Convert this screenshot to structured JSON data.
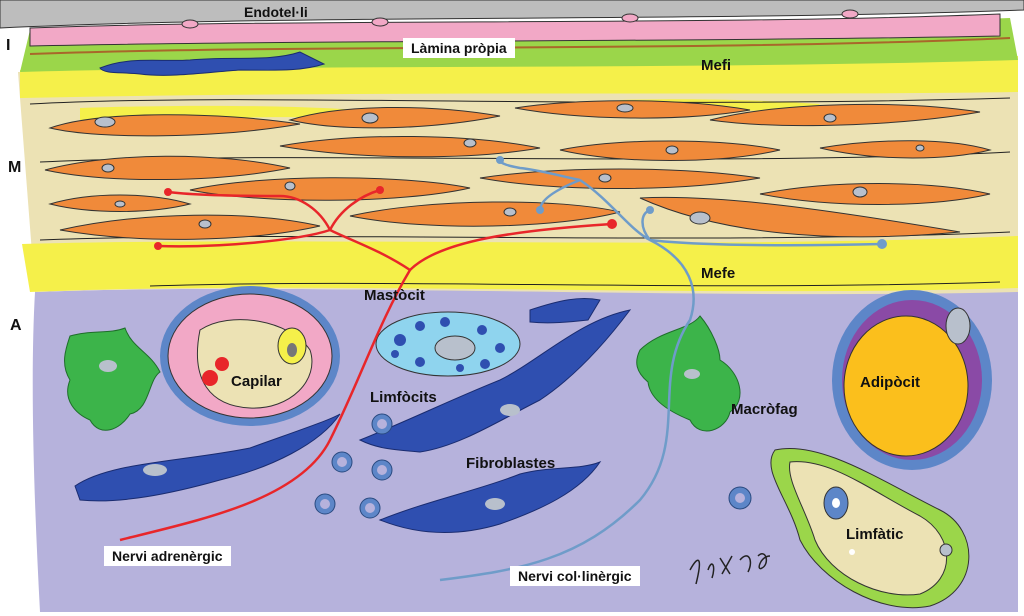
{
  "layers": {
    "intima": "I",
    "media": "M",
    "adventitia": "A"
  },
  "labels": {
    "endothelium": "Endotel·li",
    "lamina_propria": "Làmina pròpia",
    "internal_elastic": "Mefi",
    "external_elastic": "Mefe",
    "mast_cell": "Mastòcit",
    "capillary": "Capilar",
    "lymphocytes": "Limfòcits",
    "macrophage": "Macròfag",
    "adipocyte": "Adipòcit",
    "fibroblasts": "Fibroblastes",
    "lymphatic": "Limfàtic",
    "adrenergic_nerve": "Nervi adrenèrgic",
    "cholinergic_nerve": "Nervi col·linèrgic"
  },
  "colors": {
    "endothelium": "#bdbdbd",
    "intima_pink": "#f2a8c6",
    "lamina_green": "#9bd64a",
    "elastic_yellow": "#f5f04a",
    "media_bg": "#ece2b4",
    "smooth_muscle": "#f08a3a",
    "adventitia": "#b6b2dc",
    "fibroblast": "#2f4fb0",
    "macrophage": "#3cb44a",
    "adipocyte_fill": "#fbbf1c",
    "adipocyte_ring": "#8a4aa6",
    "adrenergic_nerve": "#e8262a",
    "cholinergic_nerve": "#6f9cc9",
    "mast_cell": "#8fd4ee"
  }
}
